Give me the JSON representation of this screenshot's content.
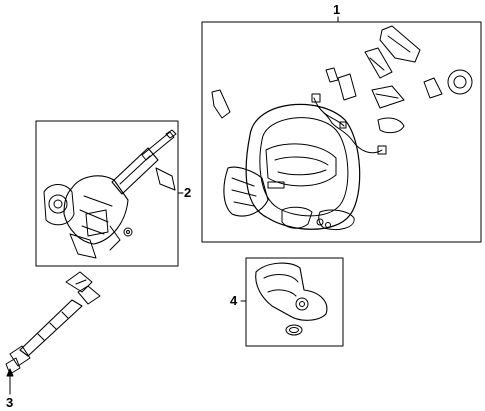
{
  "callouts": {
    "steering_wheel": "1",
    "steering_column": "2",
    "intermediate_shaft": "3",
    "column_cover": "4"
  }
}
